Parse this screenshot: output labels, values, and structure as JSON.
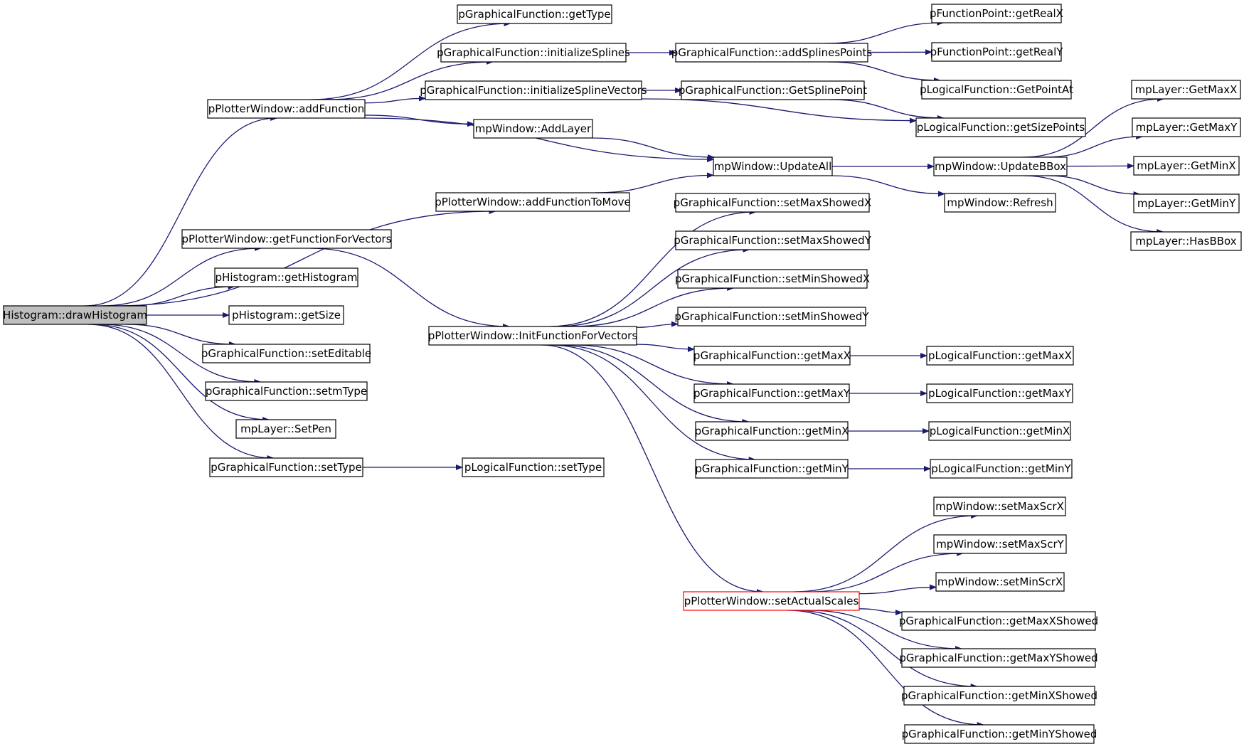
{
  "diagram": {
    "type": "call-graph",
    "colors": {
      "edge": "#191970",
      "node_border": "#000000",
      "root_fill": "#bfbfbf",
      "highlight_border": "#ff0000"
    },
    "nodes": [
      {
        "id": "root",
        "label": "Histogram::drawHistogram",
        "style": "root"
      },
      {
        "id": "getType",
        "label": "pGraphicalFunction::getType"
      },
      {
        "id": "initSplines",
        "label": "pGraphicalFunction::initializeSplines"
      },
      {
        "id": "addSplinesPoints",
        "label": "pGraphicalFunction::addSplinesPoints"
      },
      {
        "id": "fpGetRealX",
        "label": "pFunctionPoint::getRealX"
      },
      {
        "id": "fpGetRealY",
        "label": "pFunctionPoint::getRealY"
      },
      {
        "id": "lfGetPointAt",
        "label": "pLogicalFunction::GetPointAt"
      },
      {
        "id": "addFunction",
        "label": "pPlotterWindow::addFunction"
      },
      {
        "id": "initSplineVectors",
        "label": "pGraphicalFunction::initializeSplineVectors"
      },
      {
        "id": "getSplinePoint",
        "label": "pGraphicalFunction::GetSplinePoint"
      },
      {
        "id": "lfGetSizePoints",
        "label": "pLogicalFunction::getSizePoints"
      },
      {
        "id": "addLayer",
        "label": "mpWindow::AddLayer"
      },
      {
        "id": "updateAll",
        "label": "mpWindow::UpdateAll"
      },
      {
        "id": "updateBBox",
        "label": "mpWindow::UpdateBBox"
      },
      {
        "id": "layerGetMaxX",
        "label": "mpLayer::GetMaxX"
      },
      {
        "id": "layerGetMaxY",
        "label": "mpLayer::GetMaxY"
      },
      {
        "id": "layerGetMinX",
        "label": "mpLayer::GetMinX"
      },
      {
        "id": "layerGetMinY",
        "label": "mpLayer::GetMinY"
      },
      {
        "id": "layerHasBBox",
        "label": "mpLayer::HasBBox"
      },
      {
        "id": "refresh",
        "label": "mpWindow::Refresh"
      },
      {
        "id": "addFunctionToMove",
        "label": "pPlotterWindow::addFunctionToMove"
      },
      {
        "id": "getFunctionForVectors",
        "label": "pPlotterWindow::getFunctionForVectors"
      },
      {
        "id": "getHistogram",
        "label": "pHistogram::getHistogram"
      },
      {
        "id": "getSize",
        "label": "pHistogram::getSize"
      },
      {
        "id": "setEditable",
        "label": "pGraphicalFunction::setEditable"
      },
      {
        "id": "setmType",
        "label": "pGraphicalFunction::setmType"
      },
      {
        "id": "setPen",
        "label": "mpLayer::SetPen"
      },
      {
        "id": "gfSetType",
        "label": "pGraphicalFunction::setType"
      },
      {
        "id": "lfSetType",
        "label": "pLogicalFunction::setType"
      },
      {
        "id": "setMaxShowedX",
        "label": "pGraphicalFunction::setMaxShowedX"
      },
      {
        "id": "setMaxShowedY",
        "label": "pGraphicalFunction::setMaxShowedY"
      },
      {
        "id": "setMinShowedX",
        "label": "pGraphicalFunction::setMinShowedX"
      },
      {
        "id": "setMinShowedY",
        "label": "pGraphicalFunction::setMinShowedY"
      },
      {
        "id": "initFunctionForVectors",
        "label": "pPlotterWindow::InitFunctionForVectors"
      },
      {
        "id": "gfGetMaxX",
        "label": "pGraphicalFunction::getMaxX"
      },
      {
        "id": "gfGetMaxY",
        "label": "pGraphicalFunction::getMaxY"
      },
      {
        "id": "gfGetMinX",
        "label": "pGraphicalFunction::getMinX"
      },
      {
        "id": "gfGetMinY",
        "label": "pGraphicalFunction::getMinY"
      },
      {
        "id": "lfGetMaxX",
        "label": "pLogicalFunction::getMaxX"
      },
      {
        "id": "lfGetMaxY",
        "label": "pLogicalFunction::getMaxY"
      },
      {
        "id": "lfGetMinX",
        "label": "pLogicalFunction::getMinX"
      },
      {
        "id": "lfGetMinY",
        "label": "pLogicalFunction::getMinY"
      },
      {
        "id": "setMaxScrX",
        "label": "mpWindow::setMaxScrX"
      },
      {
        "id": "setMaxScrY",
        "label": "mpWindow::setMaxScrY"
      },
      {
        "id": "setMinScrX",
        "label": "mpWindow::setMinScrX"
      },
      {
        "id": "setActualScales",
        "label": "pPlotterWindow::setActualScales",
        "style": "highlight"
      },
      {
        "id": "getMaxXShowed",
        "label": "pGraphicalFunction::getMaxXShowed"
      },
      {
        "id": "getMaxYShowed",
        "label": "pGraphicalFunction::getMaxYShowed"
      },
      {
        "id": "getMinXShowed",
        "label": "pGraphicalFunction::getMinXShowed"
      },
      {
        "id": "getMinYShowed",
        "label": "pGraphicalFunction::getMinYShowed"
      }
    ],
    "edges": [
      {
        "from": "root",
        "to": "addFunction"
      },
      {
        "from": "root",
        "to": "addFunctionToMove"
      },
      {
        "from": "root",
        "to": "getFunctionForVectors"
      },
      {
        "from": "root",
        "to": "getHistogram"
      },
      {
        "from": "root",
        "to": "getSize"
      },
      {
        "from": "root",
        "to": "setEditable"
      },
      {
        "from": "root",
        "to": "setmType"
      },
      {
        "from": "root",
        "to": "setPen"
      },
      {
        "from": "root",
        "to": "gfSetType"
      },
      {
        "from": "addFunction",
        "to": "getType"
      },
      {
        "from": "addFunction",
        "to": "initSplines"
      },
      {
        "from": "addFunction",
        "to": "initSplineVectors"
      },
      {
        "from": "addFunction",
        "to": "addLayer"
      },
      {
        "from": "addFunction",
        "to": "updateAll"
      },
      {
        "from": "initSplines",
        "to": "addSplinesPoints"
      },
      {
        "from": "addSplinesPoints",
        "to": "fpGetRealX"
      },
      {
        "from": "addSplinesPoints",
        "to": "fpGetRealY"
      },
      {
        "from": "addSplinesPoints",
        "to": "lfGetPointAt"
      },
      {
        "from": "initSplineVectors",
        "to": "getSplinePoint"
      },
      {
        "from": "initSplineVectors",
        "to": "lfGetSizePoints"
      },
      {
        "from": "getSplinePoint",
        "to": "lfGetSizePoints"
      },
      {
        "from": "addLayer",
        "to": "updateAll"
      },
      {
        "from": "addFunctionToMove",
        "to": "updateAll"
      },
      {
        "from": "updateAll",
        "to": "updateBBox"
      },
      {
        "from": "updateAll",
        "to": "refresh"
      },
      {
        "from": "updateBBox",
        "to": "layerGetMaxX"
      },
      {
        "from": "updateBBox",
        "to": "layerGetMaxY"
      },
      {
        "from": "updateBBox",
        "to": "layerGetMinX"
      },
      {
        "from": "updateBBox",
        "to": "layerGetMinY"
      },
      {
        "from": "updateBBox",
        "to": "layerHasBBox"
      },
      {
        "from": "getFunctionForVectors",
        "to": "initFunctionForVectors"
      },
      {
        "from": "gfSetType",
        "to": "lfSetType"
      },
      {
        "from": "initFunctionForVectors",
        "to": "setMaxShowedX"
      },
      {
        "from": "initFunctionForVectors",
        "to": "setMaxShowedY"
      },
      {
        "from": "initFunctionForVectors",
        "to": "setMinShowedX"
      },
      {
        "from": "initFunctionForVectors",
        "to": "setMinShowedY"
      },
      {
        "from": "initFunctionForVectors",
        "to": "gfGetMaxX"
      },
      {
        "from": "initFunctionForVectors",
        "to": "gfGetMaxY"
      },
      {
        "from": "initFunctionForVectors",
        "to": "gfGetMinX"
      },
      {
        "from": "initFunctionForVectors",
        "to": "gfGetMinY"
      },
      {
        "from": "initFunctionForVectors",
        "to": "setActualScales"
      },
      {
        "from": "gfGetMaxX",
        "to": "lfGetMaxX"
      },
      {
        "from": "gfGetMaxY",
        "to": "lfGetMaxY"
      },
      {
        "from": "gfGetMinX",
        "to": "lfGetMinX"
      },
      {
        "from": "gfGetMinY",
        "to": "lfGetMinY"
      },
      {
        "from": "setActualScales",
        "to": "setMaxScrX"
      },
      {
        "from": "setActualScales",
        "to": "setMaxScrY"
      },
      {
        "from": "setActualScales",
        "to": "setMinScrX"
      },
      {
        "from": "setActualScales",
        "to": "getMaxXShowed"
      },
      {
        "from": "setActualScales",
        "to": "getMaxYShowed"
      },
      {
        "from": "setActualScales",
        "to": "getMinXShowed"
      },
      {
        "from": "setActualScales",
        "to": "getMinYShowed"
      }
    ]
  }
}
